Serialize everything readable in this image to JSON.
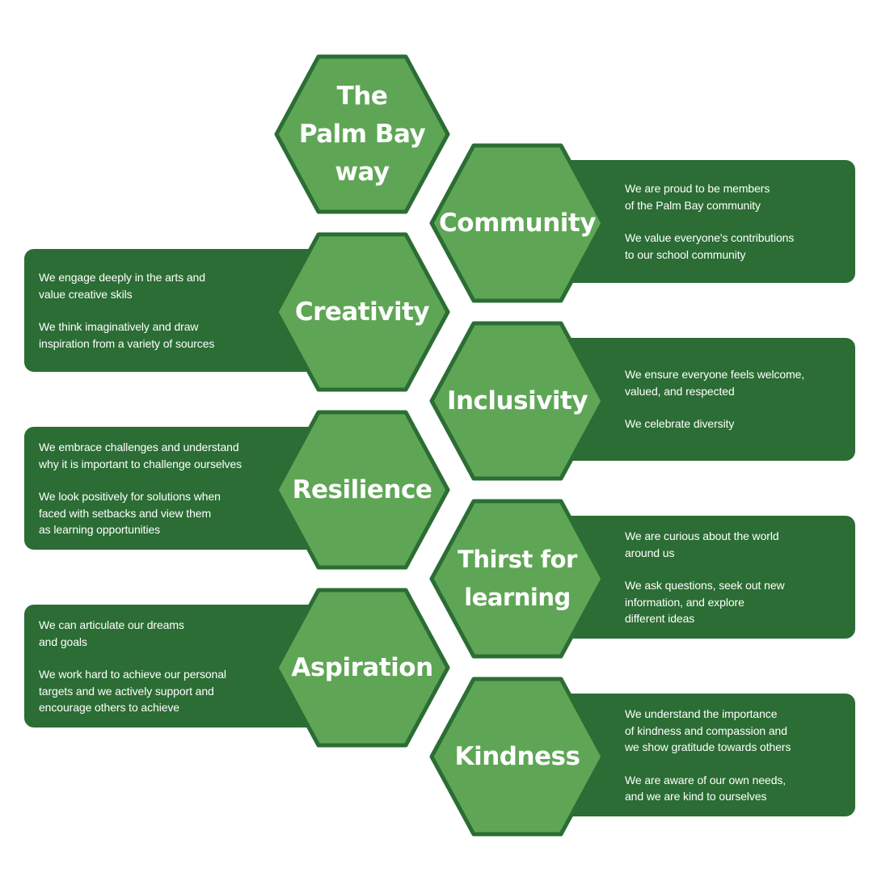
{
  "colors": {
    "hex_fill": "#5ea655",
    "hex_stroke": "#2b6d34",
    "panel": "#2b6d34",
    "text": "#ffffff"
  },
  "title": "The\nPalm Bay\nway",
  "values": [
    {
      "id": "community",
      "name": "Community",
      "side": "right",
      "lines": [
        "We are proud to be members\nof the Palm Bay community",
        "We value everyone's contributions\nto our school community"
      ]
    },
    {
      "id": "creativity",
      "name": "Creativity",
      "side": "left",
      "lines": [
        "We engage deeply in the arts and\nvalue creative skils",
        "We think imaginatively and draw\ninspiration from a variety of sources"
      ]
    },
    {
      "id": "inclusivity",
      "name": "Inclusivity",
      "side": "right",
      "lines": [
        "We ensure everyone feels welcome,\nvalued, and respected",
        "We celebrate diversity"
      ]
    },
    {
      "id": "resilience",
      "name": "Resilience",
      "side": "left",
      "lines": [
        "We embrace challenges and understand\nwhy it is important to challenge ourselves",
        "We look positively for solutions when\nfaced with setbacks and view them\nas learning opportunities"
      ]
    },
    {
      "id": "thirst-for-learning",
      "name": "Thirst for\nlearning",
      "side": "right",
      "lines": [
        "We are curious about the world\naround us",
        "We ask questions, seek out new\ninformation, and explore\ndifferent ideas"
      ]
    },
    {
      "id": "aspiration",
      "name": "Aspiration",
      "side": "left",
      "lines": [
        "We can articulate our dreams\nand goals",
        "We work hard to achieve our personal\ntargets and we actively support and\nencourage others to achieve"
      ]
    },
    {
      "id": "kindness",
      "name": "Kindness",
      "side": "right",
      "lines": [
        "We understand the importance\nof kindness and compassion and\nwe show gratitude towards others",
        "We are aware of our own needs,\nand we are kind to ourselves"
      ]
    }
  ]
}
